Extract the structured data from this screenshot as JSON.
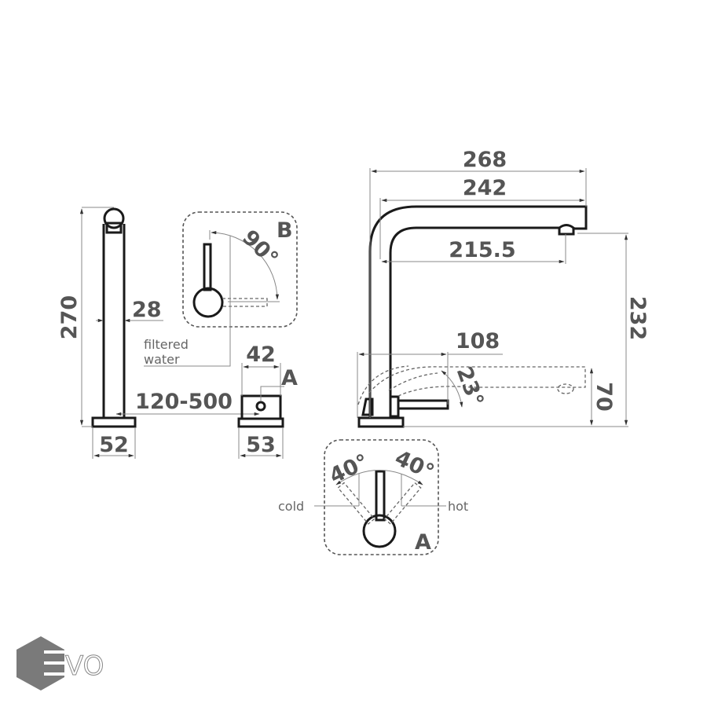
{
  "dimensions": {
    "height_total": "270",
    "tube_diameter": "28",
    "base_width": "52",
    "spacing_range": "120-500",
    "valve_width": "42",
    "valve_base_width": "53",
    "reach_total": "268",
    "spout_length": "242",
    "spout_reach": "215.5",
    "spout_height": "232",
    "lever_reach": "108",
    "lever_angle": "23°",
    "lever_height": "70"
  },
  "detail_b": {
    "label": "B",
    "angle": "90°",
    "caption_line1": "filtered",
    "caption_line2": "water"
  },
  "detail_a": {
    "label": "A",
    "angle_left": "40°",
    "angle_right": "40°",
    "cold_label": "cold",
    "hot_label": "hot"
  },
  "valve_marker": "A",
  "logo": {
    "text": "EVO",
    "color": "#7a7a7a"
  }
}
